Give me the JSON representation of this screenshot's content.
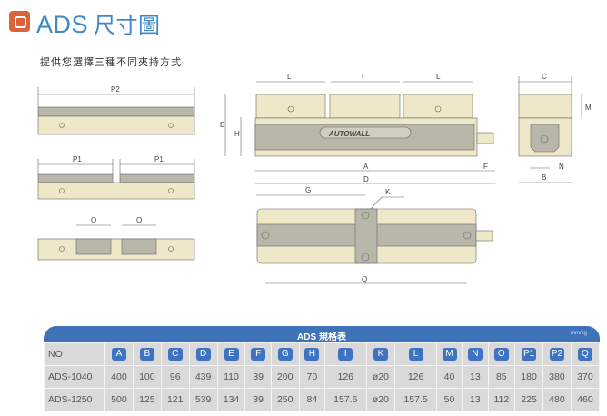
{
  "header": {
    "title": "ADS",
    "title_cn": "尺寸圖",
    "subtitle": "提供您選擇三種不同夾持方式"
  },
  "drawings": {
    "clamp_views": {
      "p2": "P2",
      "p1": "P1",
      "o": "O"
    },
    "front": {
      "l": "L",
      "i": "I",
      "e": "E",
      "h": "H",
      "a": "A",
      "f": "F",
      "d": "D",
      "brand": "AUTOWALL"
    },
    "side": {
      "c": "C",
      "m": "M",
      "n": "N",
      "b": "B"
    },
    "top": {
      "g": "G",
      "k": "K",
      "q": "Q"
    }
  },
  "spec_table": {
    "title": "ADS 規格表",
    "unit": "mm/kg",
    "headers": [
      "NO",
      "A",
      "B",
      "C",
      "D",
      "E",
      "F",
      "G",
      "H",
      "I",
      "K",
      "L",
      "M",
      "N",
      "O",
      "P1",
      "P2",
      "Q"
    ],
    "rows": [
      [
        "ADS-1040",
        "400",
        "100",
        "96",
        "439",
        "110",
        "39",
        "200",
        "70",
        "126",
        "ø20",
        "126",
        "40",
        "13",
        "85",
        "180",
        "380",
        "370"
      ],
      [
        "ADS-1250",
        "500",
        "125",
        "121",
        "539",
        "134",
        "39",
        "250",
        "84",
        "157.6",
        "ø20",
        "157.5",
        "50",
        "13",
        "112",
        "225",
        "480",
        "460"
      ]
    ]
  },
  "colors": {
    "accent": "#3f73b8",
    "logo": "#d9633a",
    "body": "#efe8c8",
    "band": "#b9b7aa"
  }
}
